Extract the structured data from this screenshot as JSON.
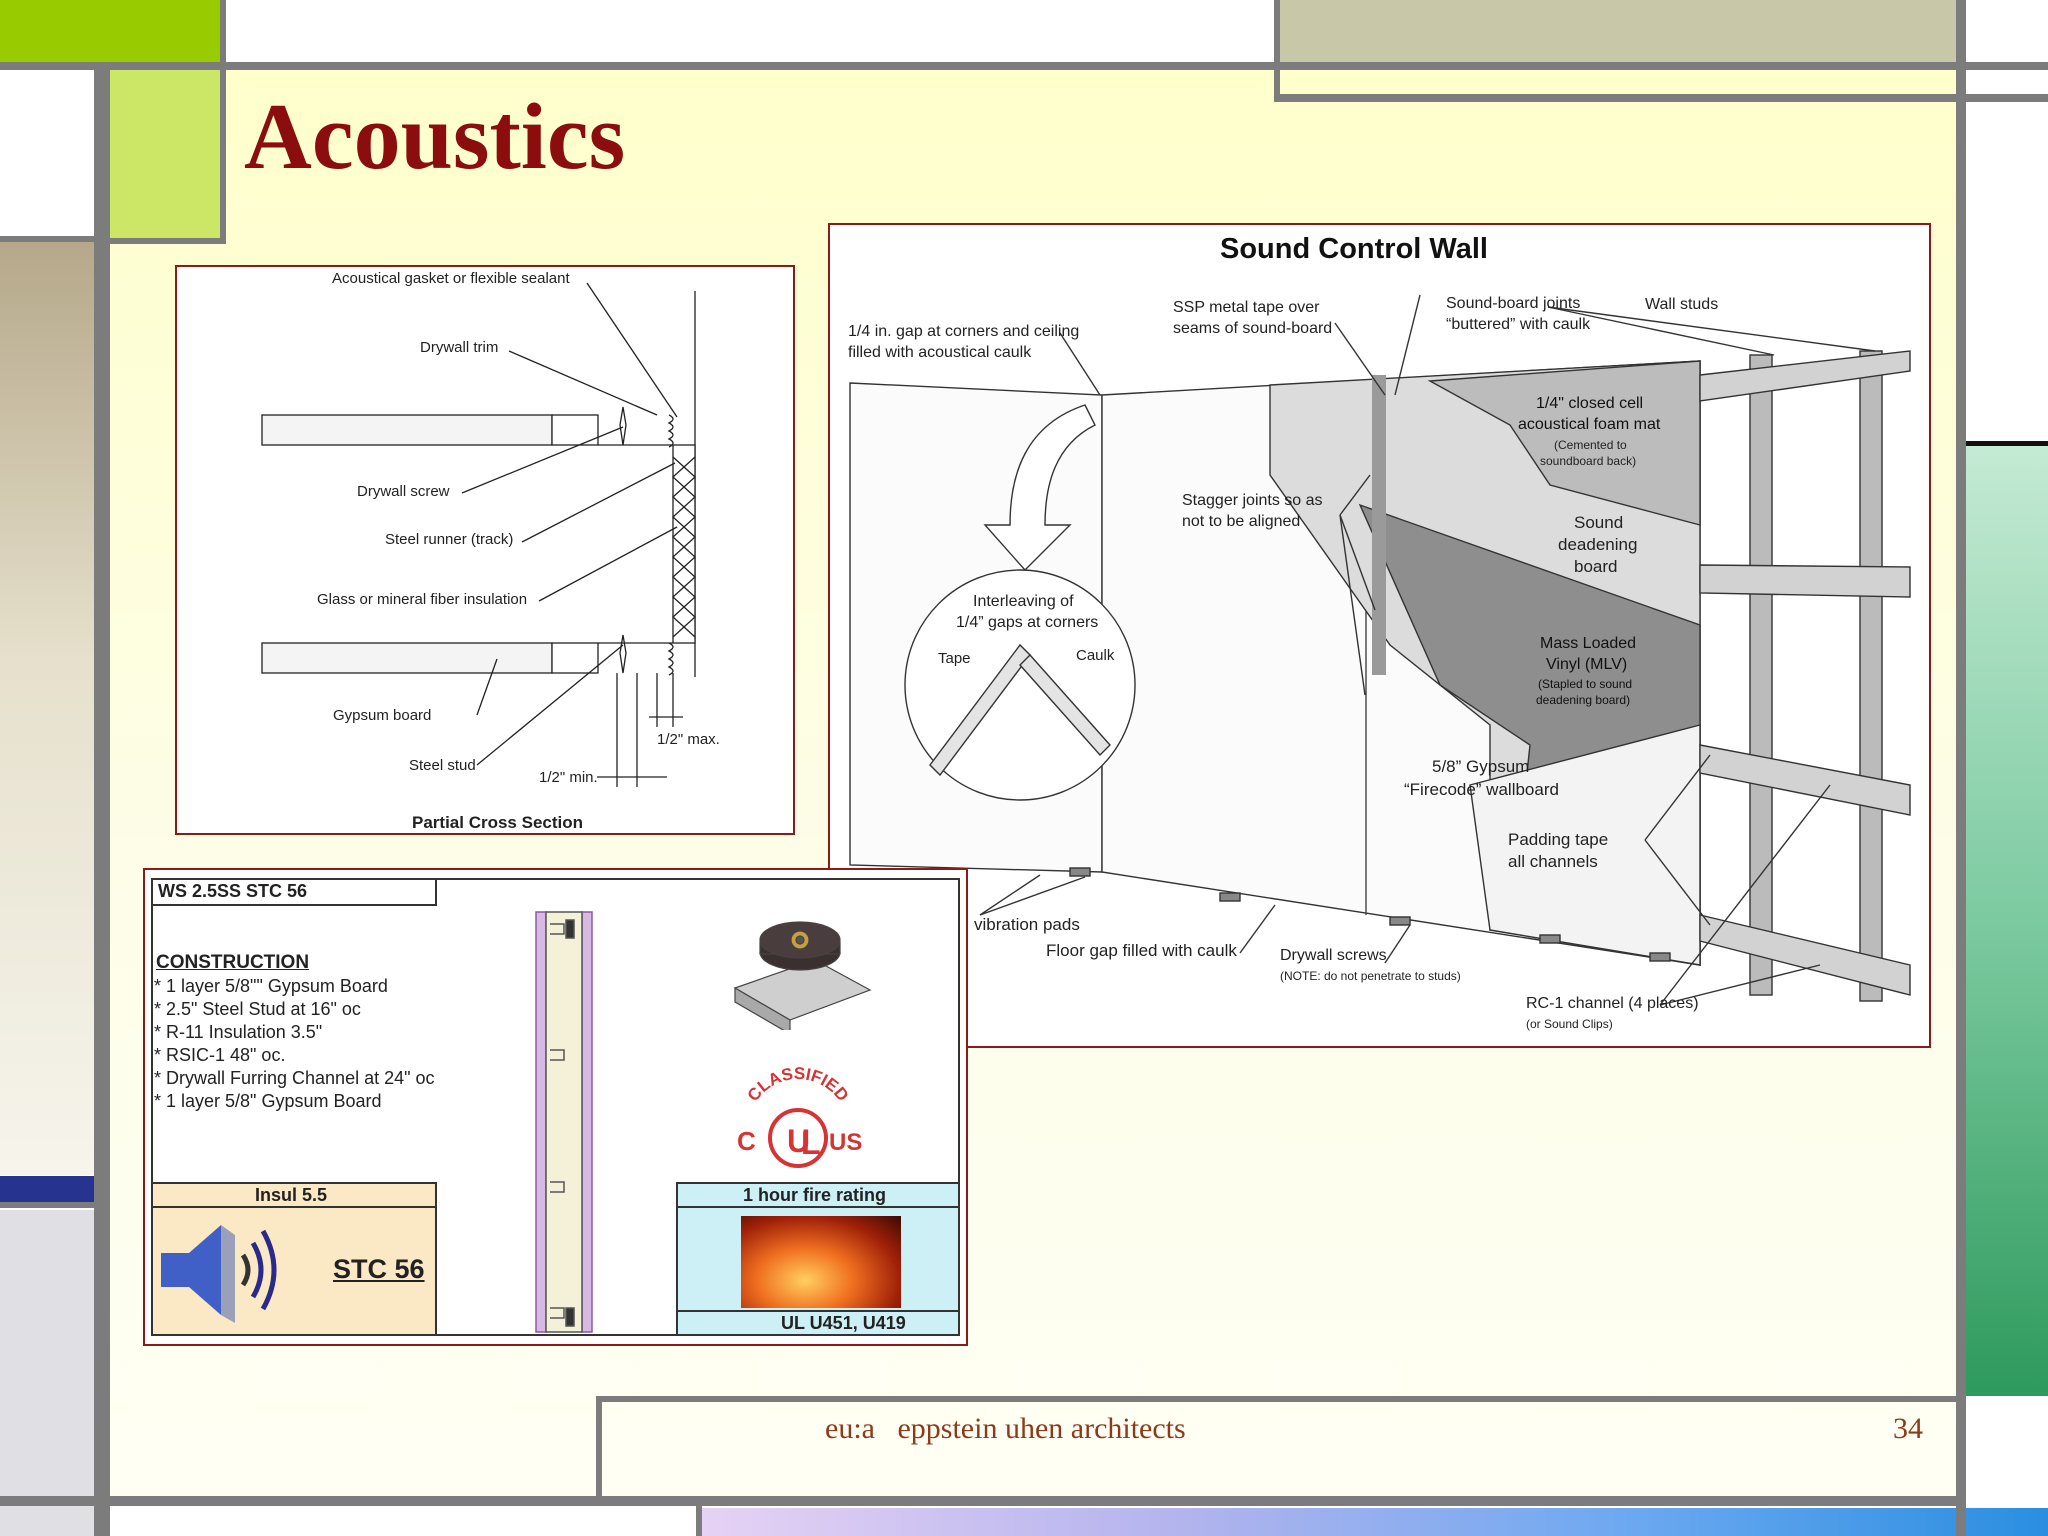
{
  "slide": {
    "title": "Acoustics",
    "footer_text": "eu:a   eppstein uhen architects",
    "page_number": "34"
  },
  "colors": {
    "title": "#8b0d0d",
    "accent_green": "#99cc00",
    "accent_light_green": "#cce666",
    "accent_tan": "#c8c8a8",
    "panel_border": "#8b1a1a",
    "background": "#ffffcc"
  },
  "cross_section": {
    "caption": "Partial Cross Section",
    "labels": {
      "gasket": "Acoustical gasket or flexible sealant",
      "trim": "Drywall trim",
      "screw": "Drywall screw",
      "runner": "Steel runner (track)",
      "insulation": "Glass or mineral fiber insulation",
      "gypsum": "Gypsum board",
      "stud": "Steel stud",
      "max": "1/2\" max.",
      "min": "1/2\" min."
    }
  },
  "sound_wall": {
    "title": "Sound Control Wall",
    "labels": {
      "gap1": "1/4 in. gap at corners and ceiling",
      "gap2": "filled with acoustical caulk",
      "ssp1": "SSP metal tape over",
      "ssp2": "seams of sound-board",
      "joints1": "Sound-board joints",
      "joints2": "“buttered” with caulk",
      "studs": "Wall studs",
      "foam1": "1/4\" closed cell",
      "foam2": "acoustical foam mat",
      "foam3": "(Cemented to",
      "foam4": "soundboard back)",
      "stagger1": "Stagger joints so as",
      "stagger2": "not to be aligned",
      "deaden1": "Sound",
      "deaden2": "deadening",
      "deaden3": "board",
      "interleave1": "Interleaving of",
      "interleave2": "1/4” gaps at corners",
      "tape": "Tape",
      "caulk": "Caulk",
      "mlv1": "Mass Loaded",
      "mlv2": "Vinyl (MLV)",
      "mlv3": "(Stapled to sound",
      "mlv4": "deadening board)",
      "gyp1": "5/8” Gypsum",
      "gyp2": "“Firecode” wallboard",
      "padding1": "Padding tape",
      "padding2": "all channels",
      "pads": "vibration pads",
      "floor": "Floor gap filled with caulk",
      "screws1": "Drywall screws",
      "screws2": "(NOTE: do not penetrate to studs)",
      "rc1": "RC-1 channel (4 places)",
      "rc2": "(or Sound Clips)"
    }
  },
  "assembly": {
    "header": "WS 2.5SS STC 56",
    "construction_heading": "CONSTRUCTION",
    "items": [
      "* 1 layer 5/8\"\" Gypsum Board",
      "* 2.5\" Steel Stud at 16\" oc",
      "* R-11 Insulation 3.5\"",
      "* RSIC-1 48\" oc.",
      "* Drywall Furring Channel at 24\" oc",
      "* 1 layer 5/8\" Gypsum Board"
    ],
    "insul_label": "Insul 5.5",
    "stc_label": "STC 56",
    "fire_rating": "1 hour fire rating",
    "ul_listing": "UL U451, U419",
    "ul_logo_text": "CLASSIFIED"
  }
}
